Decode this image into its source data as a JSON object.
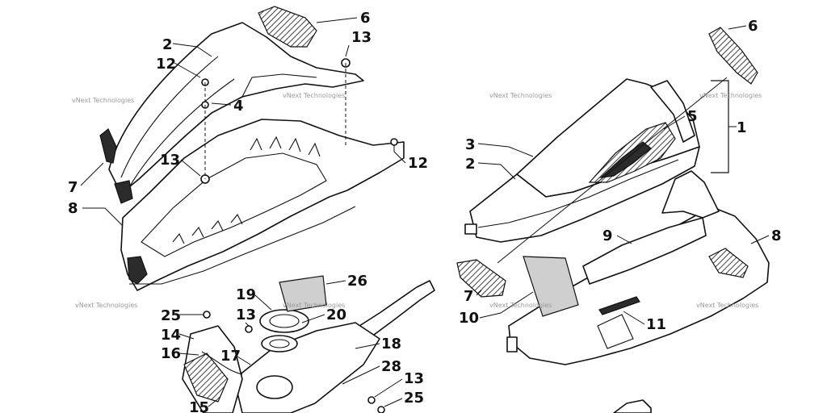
{
  "watermark": {
    "text": "vNext Technologies"
  },
  "callouts": {
    "c1": "1",
    "c2a": "2",
    "c2b": "2",
    "c3": "3",
    "c4": "4",
    "c5": "5",
    "c6a": "6",
    "c6b": "6",
    "c7a": "7",
    "c7b": "7",
    "c8a": "8",
    "c8b": "8",
    "c9": "9",
    "c10": "10",
    "c11": "11",
    "c12a": "12",
    "c12b": "12",
    "c13a": "13",
    "c13b": "13",
    "c13c": "13",
    "c13d": "13",
    "c14": "14",
    "c15": "15",
    "c16": "16",
    "c17": "17",
    "c18": "18",
    "c19": "19",
    "c20": "20",
    "c25a": "25",
    "c25b": "25",
    "c26": "26",
    "c28": "28"
  },
  "colors": {
    "line": "#111111",
    "shade": "#cfcfcf",
    "dark": "#2b2b2b",
    "watermark": "#9a9a9a"
  }
}
